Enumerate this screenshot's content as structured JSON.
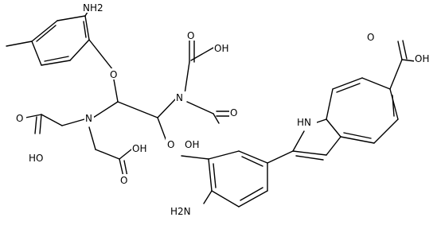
{
  "molecule": {
    "labels": {
      "nh2_top": "NH2",
      "nh2_bottom": "H2N",
      "o_ether_top": "O",
      "o_ether_bottom": "O",
      "n_left": "N",
      "n_right": "N",
      "cooh_top_o": "O",
      "cooh_top_oh": "OH",
      "cooh_left_o": "O",
      "cooh_left_oh": "HO",
      "cooh_mid_oh": "OH",
      "cooh_mid_o": "O",
      "cooh_center_o": "O",
      "cooh_center_oh": "OH",
      "nh_indole": "HN",
      "cooh_right_o": "O",
      "cooh_right_oh": "OH"
    }
  }
}
